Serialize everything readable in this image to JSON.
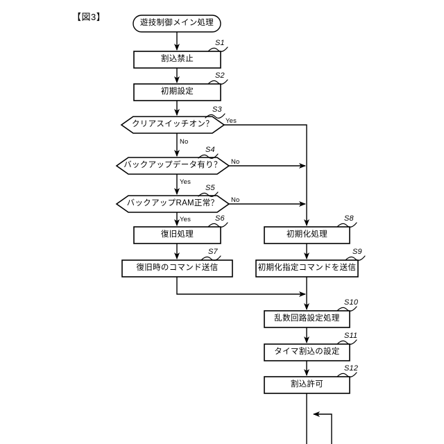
{
  "figure": {
    "label": "【図3】"
  },
  "diagram": {
    "start": {
      "text": "遊技制御メイン処理"
    },
    "nodes": [
      {
        "id": "S1",
        "shape": "process",
        "text": "割込禁止",
        "step": "S1"
      },
      {
        "id": "S2",
        "shape": "process",
        "text": "初期設定",
        "step": "S2"
      },
      {
        "id": "S3",
        "shape": "decision",
        "text": "クリアスイッチオン？",
        "step": "S3"
      },
      {
        "id": "S4",
        "shape": "decision",
        "text": "バックアップデータ有り？",
        "step": "S4"
      },
      {
        "id": "S5",
        "shape": "decision",
        "text": "バックアップRAM正常？",
        "step": "S5"
      },
      {
        "id": "S6",
        "shape": "process",
        "text": "復旧処理",
        "step": "S6"
      },
      {
        "id": "S7",
        "shape": "process",
        "text": "復旧時のコマンド送信",
        "step": "S7"
      },
      {
        "id": "S8",
        "shape": "process",
        "text": "初期化処理",
        "step": "S8"
      },
      {
        "id": "S9",
        "shape": "process",
        "text": "初期化指定コマンドを送信",
        "step": "S9"
      },
      {
        "id": "S10",
        "shape": "process",
        "text": "乱数回路設定処理",
        "step": "S10"
      },
      {
        "id": "S11",
        "shape": "process",
        "text": "タイマ割込の設定",
        "step": "S11"
      },
      {
        "id": "S12",
        "shape": "process",
        "text": "割込許可",
        "step": "S12"
      }
    ],
    "edge_labels": [
      {
        "id": "s3-yes",
        "text": "Yes"
      },
      {
        "id": "s3-no",
        "text": "No"
      },
      {
        "id": "s4-no",
        "text": "No"
      },
      {
        "id": "s4-yes",
        "text": "Yes"
      },
      {
        "id": "s5-no",
        "text": "No"
      },
      {
        "id": "s5-yes",
        "text": "Yes"
      }
    ],
    "colors": {
      "line": "#000000",
      "fill": "#ffffff",
      "background": "#ffffff"
    }
  }
}
